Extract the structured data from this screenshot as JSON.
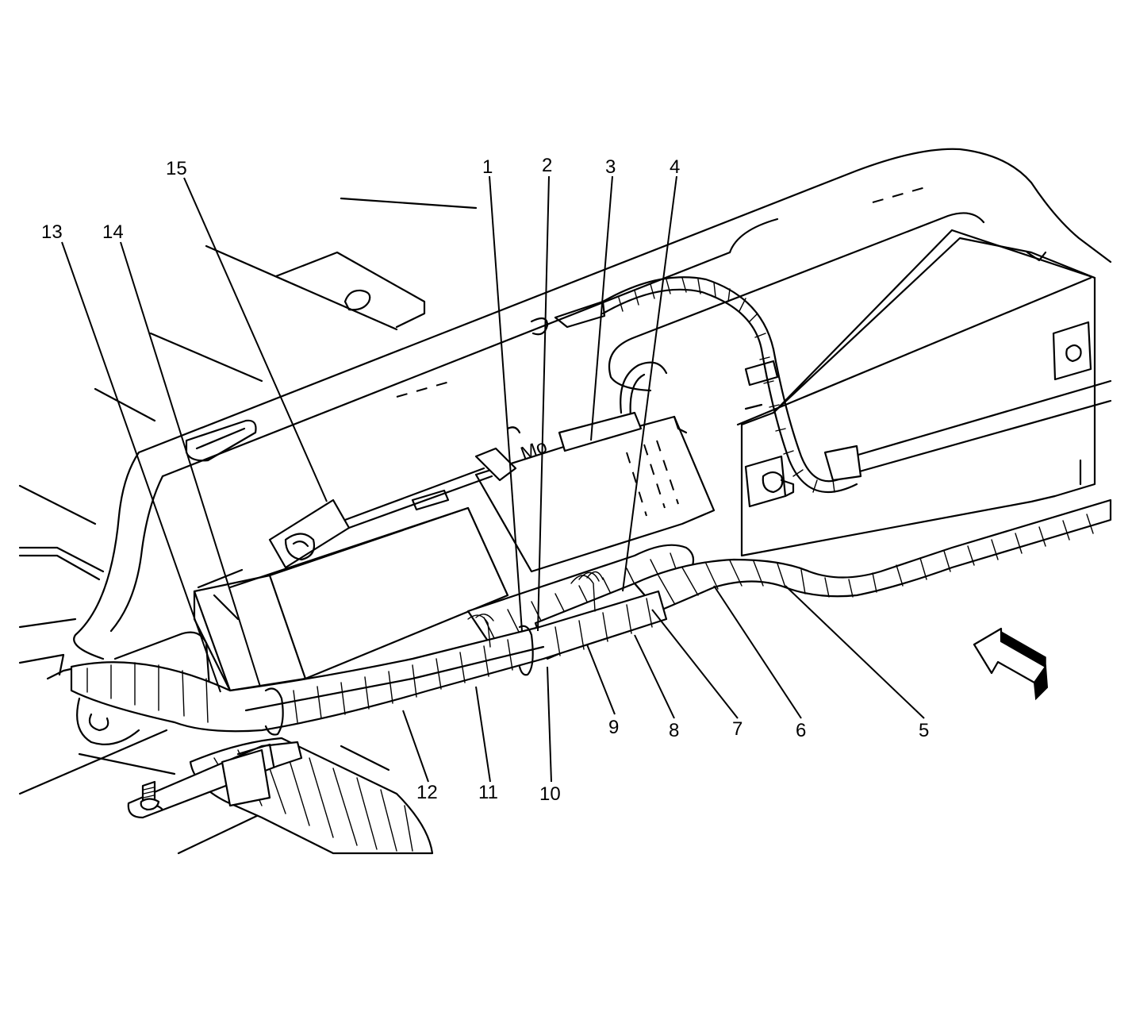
{
  "callouts": [
    {
      "id": "1",
      "label": "1"
    },
    {
      "id": "2",
      "label": "2"
    },
    {
      "id": "3",
      "label": "3"
    },
    {
      "id": "4",
      "label": "4"
    },
    {
      "id": "5",
      "label": "5"
    },
    {
      "id": "6",
      "label": "6"
    },
    {
      "id": "7",
      "label": "7"
    },
    {
      "id": "8",
      "label": "8"
    },
    {
      "id": "9",
      "label": "9"
    },
    {
      "id": "10",
      "label": "10"
    },
    {
      "id": "11",
      "label": "11"
    },
    {
      "id": "12",
      "label": "12"
    },
    {
      "id": "13",
      "label": "13"
    },
    {
      "id": "14",
      "label": "14"
    },
    {
      "id": "15",
      "label": "15"
    }
  ],
  "module_marking": "Mo",
  "icons": {
    "view_arrow": "view-direction-arrow-icon",
    "bolt": "bolt-icon"
  }
}
